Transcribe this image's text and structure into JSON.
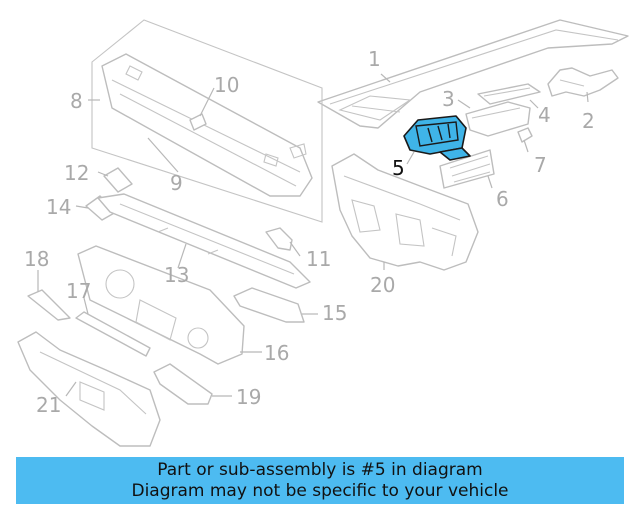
{
  "diagram": {
    "callouts": [
      "1",
      "2",
      "3",
      "4",
      "5",
      "6",
      "7",
      "8",
      "9",
      "10",
      "11",
      "12",
      "13",
      "14",
      "15",
      "16",
      "17",
      "18",
      "19",
      "20",
      "21"
    ],
    "highlighted_part": "5"
  },
  "caption": {
    "line1": "Part or sub-assembly is #5 in diagram",
    "line2": "Diagram may not be specific to your vehicle"
  },
  "colors": {
    "caption_bg": "#4dbbf1",
    "highlight_fill": "#3fb4e8",
    "part_stroke": "#bdbdbd",
    "callout_text": "#a9a9a9"
  }
}
